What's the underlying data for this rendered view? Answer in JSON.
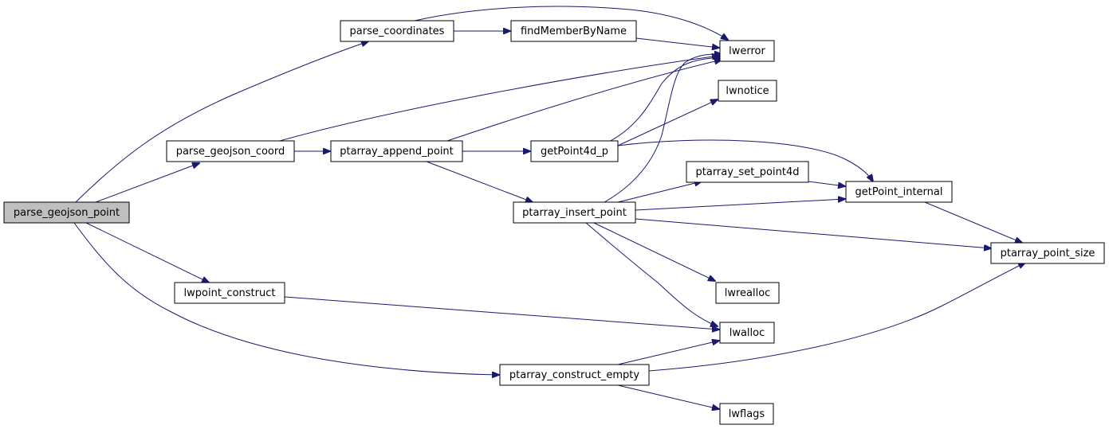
{
  "graph": {
    "nodes": {
      "parse_geojson_point": "parse_geojson_point",
      "parse_coordinates": "parse_coordinates",
      "parse_geojson_coord": "parse_geojson_coord",
      "lwpoint_construct": "lwpoint_construct",
      "ptarray_construct_empty": "ptarray_construct_empty",
      "findMemberByName": "findMemberByName",
      "lwerror": "lwerror",
      "ptarray_append_point": "ptarray_append_point",
      "getPoint4d_p": "getPoint4d_p",
      "ptarray_insert_point": "ptarray_insert_point",
      "lwnotice": "lwnotice",
      "ptarray_set_point4d": "ptarray_set_point4d",
      "getPoint_internal": "getPoint_internal",
      "ptarray_point_size": "ptarray_point_size",
      "lwrealloc": "lwrealloc",
      "lwalloc": "lwalloc",
      "lwflags": "lwflags"
    },
    "colors": {
      "edge": "#191970",
      "root_fill": "#bfbfbf",
      "node_fill": "#ffffff",
      "node_border": "#000000"
    }
  }
}
